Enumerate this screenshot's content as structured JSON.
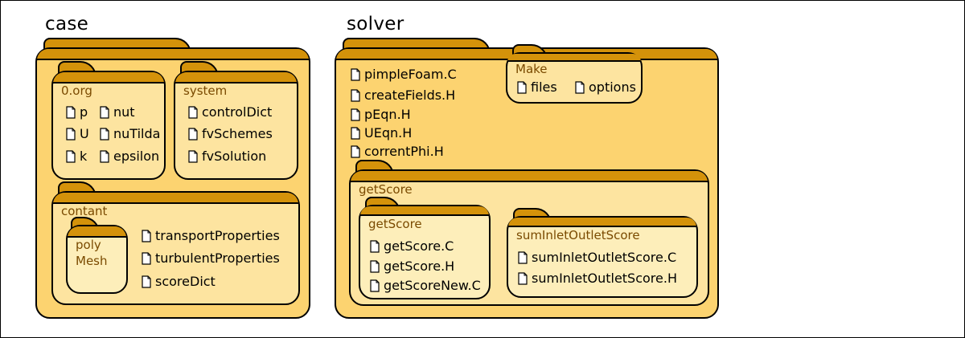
{
  "case": {
    "heading": "case",
    "org": {
      "label": "0.org",
      "col1": [
        "p",
        "U",
        "k"
      ],
      "col2": [
        "nut",
        "nuTilda",
        "epsilon"
      ]
    },
    "system": {
      "label": "system",
      "files": [
        "controlDict",
        "fvSchemes",
        "fvSolution"
      ]
    },
    "contant": {
      "label": "contant",
      "polyMesh": {
        "line1": "poly",
        "line2": "Mesh"
      },
      "files": [
        "transportProperties",
        "turbulentProperties",
        "scoreDict"
      ]
    }
  },
  "solver": {
    "heading": "solver",
    "files": [
      "pimpleFoam.C",
      "createFields.H",
      "pEqn.H",
      "UEqn.H",
      "correntPhi.H"
    ],
    "make": {
      "label": "Make",
      "files": [
        "files",
        "options"
      ]
    },
    "getScoreOuter": {
      "label": "getScore",
      "getScoreInner": {
        "label": "getScore",
        "files": [
          "getScore.C",
          "getScore.H",
          "getScoreNew.C"
        ]
      },
      "sumInlet": {
        "label": "sumInletOutletScore",
        "files": [
          "sumInletOutletScore.C",
          "sumInletOutletScore.H"
        ]
      }
    }
  },
  "colors": {
    "folder_outer": "#fcd370",
    "folder_inner": "#fde4a0",
    "folder_tab": "#d4920a",
    "label_brown": "#7a4a00"
  },
  "icons": {
    "file": "file-icon",
    "folder": "folder-icon"
  }
}
